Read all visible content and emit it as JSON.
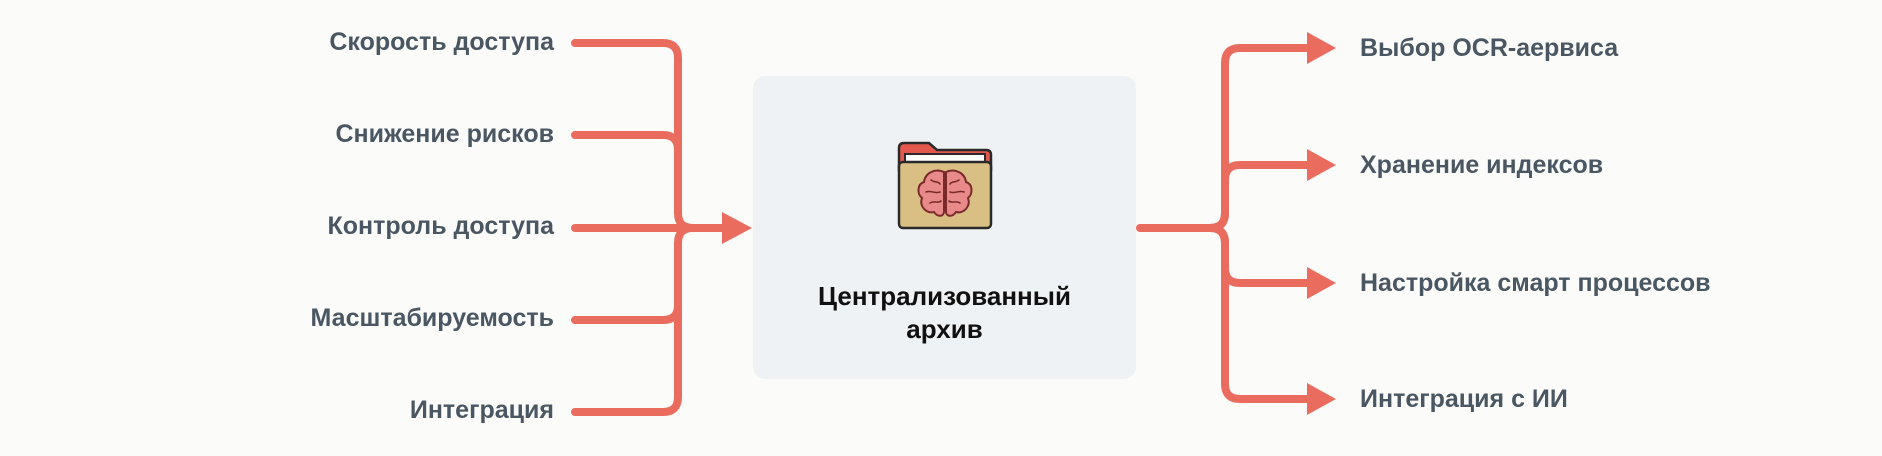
{
  "diagram": {
    "center": {
      "title": "Централизованный архив",
      "icon": "brain-folder-icon"
    },
    "inputs": [
      "Скорость доступа",
      "Снижение рисков",
      "Контроль доступа",
      "Масштабируемость",
      "Интеграция"
    ],
    "outputs": [
      "Выбор OCR-аервиса",
      "Хранение индексов",
      "Настройка смарт процессов",
      "Интеграция с ИИ"
    ],
    "colors": {
      "connector": "#ea6c5f",
      "label": "#4a5763",
      "card": "#eff2f4"
    }
  }
}
